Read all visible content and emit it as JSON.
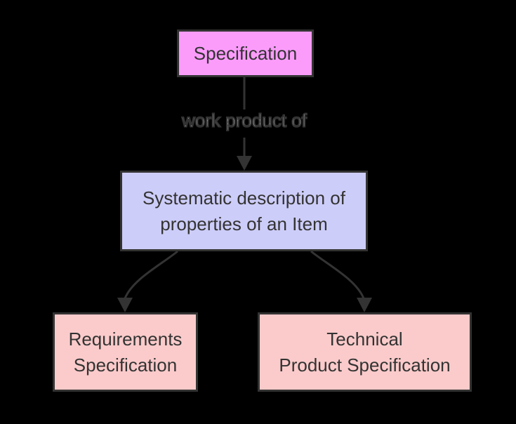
{
  "diagram": {
    "type": "flowchart-top-down",
    "background_color": "#000000",
    "nodes": {
      "specification": {
        "label": "Specification",
        "fill": "#fb9cfb",
        "border_color": "#333333",
        "text_color": "#333333"
      },
      "description": {
        "line1": "Systematic description of",
        "line2": "properties of an Item",
        "fill": "#cdcdf9",
        "border_color": "#333333",
        "text_color": "#333333"
      },
      "requirements": {
        "line1": "Requirements",
        "line2": "Specification",
        "fill": "#fbcbcb",
        "border_color": "#333333",
        "text_color": "#333333"
      },
      "technical": {
        "line1": "Technical",
        "line2": "Product Specification",
        "fill": "#fbcbcb",
        "border_color": "#333333",
        "text_color": "#333333"
      }
    },
    "edges": {
      "work_product": {
        "label": "work product of",
        "from": "specification",
        "to": "description",
        "stroke": "#333333"
      },
      "to_requirements": {
        "from": "description",
        "to": "requirements",
        "stroke": "#333333"
      },
      "to_technical": {
        "from": "description",
        "to": "technical",
        "stroke": "#333333"
      }
    }
  }
}
